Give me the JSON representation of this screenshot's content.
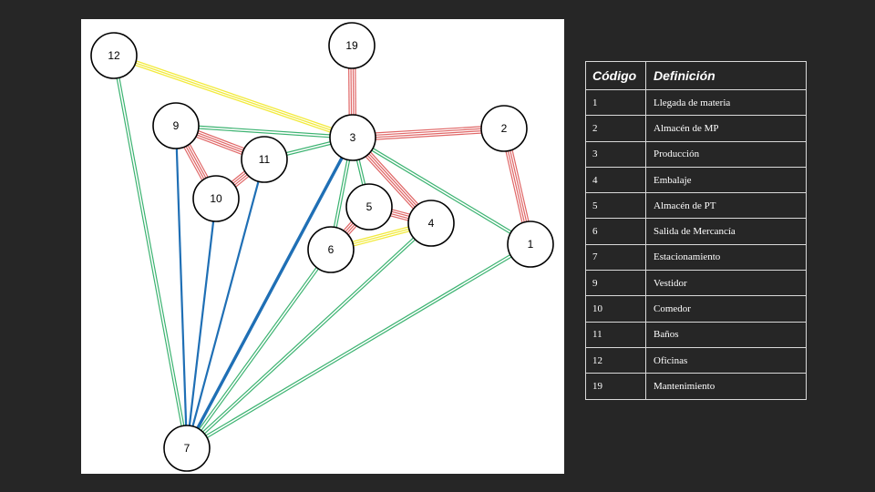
{
  "diagram": {
    "nodes": [
      {
        "id": "1",
        "label": "1"
      },
      {
        "id": "2",
        "label": "2"
      },
      {
        "id": "3",
        "label": "3"
      },
      {
        "id": "4",
        "label": "4"
      },
      {
        "id": "5",
        "label": "5"
      },
      {
        "id": "6",
        "label": "6"
      },
      {
        "id": "7",
        "label": "7"
      },
      {
        "id": "9",
        "label": "9"
      },
      {
        "id": "10",
        "label": "10"
      },
      {
        "id": "11",
        "label": "11"
      },
      {
        "id": "12",
        "label": "12"
      },
      {
        "id": "19",
        "label": "19"
      }
    ],
    "edges": [
      {
        "from": "19",
        "to": "3",
        "type": "red"
      },
      {
        "from": "3",
        "to": "2",
        "type": "red"
      },
      {
        "from": "2",
        "to": "1",
        "type": "red"
      },
      {
        "from": "3",
        "to": "4",
        "type": "red"
      },
      {
        "from": "5",
        "to": "4",
        "type": "red"
      },
      {
        "from": "6",
        "to": "5",
        "type": "red"
      },
      {
        "from": "9",
        "to": "11",
        "type": "red"
      },
      {
        "from": "9",
        "to": "10",
        "type": "red"
      },
      {
        "from": "10",
        "to": "11",
        "type": "red"
      },
      {
        "from": "12",
        "to": "3",
        "type": "yellow"
      },
      {
        "from": "6",
        "to": "4",
        "type": "yellow"
      },
      {
        "from": "9",
        "to": "3",
        "type": "green"
      },
      {
        "from": "11",
        "to": "3",
        "type": "green"
      },
      {
        "from": "3",
        "to": "1",
        "type": "green"
      },
      {
        "from": "3",
        "to": "5",
        "type": "green"
      },
      {
        "from": "3",
        "to": "6",
        "type": "green"
      },
      {
        "from": "12",
        "to": "7",
        "type": "green"
      },
      {
        "from": "6",
        "to": "7",
        "type": "green"
      },
      {
        "from": "4",
        "to": "7",
        "type": "green"
      },
      {
        "from": "1",
        "to": "7",
        "type": "green"
      },
      {
        "from": "9",
        "to": "7",
        "type": "blue"
      },
      {
        "from": "10",
        "to": "7",
        "type": "blue"
      },
      {
        "from": "11",
        "to": "7",
        "type": "blue"
      },
      {
        "from": "3",
        "to": "7",
        "type": "blue-thick"
      }
    ],
    "colors": {
      "red": "#e06666",
      "yellow": "#f2ea3c",
      "green": "#3cb371",
      "blue": "#1f6fb5",
      "node_stroke": "#000000",
      "node_fill": "#ffffff"
    }
  },
  "table": {
    "header": {
      "code": "Código",
      "definition": "Definición"
    },
    "rows": [
      {
        "code": "1",
        "definition": "Llegada de materia"
      },
      {
        "code": "2",
        "definition": "Almacén de MP"
      },
      {
        "code": "3",
        "definition": "Producción"
      },
      {
        "code": "4",
        "definition": "Embalaje"
      },
      {
        "code": "5",
        "definition": "Almacén de PT"
      },
      {
        "code": "6",
        "definition": "Salida de Mercancía"
      },
      {
        "code": "7",
        "definition": "Estacionamiento"
      },
      {
        "code": "9",
        "definition": "Vestidor"
      },
      {
        "code": "10",
        "definition": "Comedor"
      },
      {
        "code": "11",
        "definition": "Baños"
      },
      {
        "code": "12",
        "definition": "Oficinas"
      },
      {
        "code": "19",
        "definition": "Mantenimiento"
      }
    ]
  }
}
